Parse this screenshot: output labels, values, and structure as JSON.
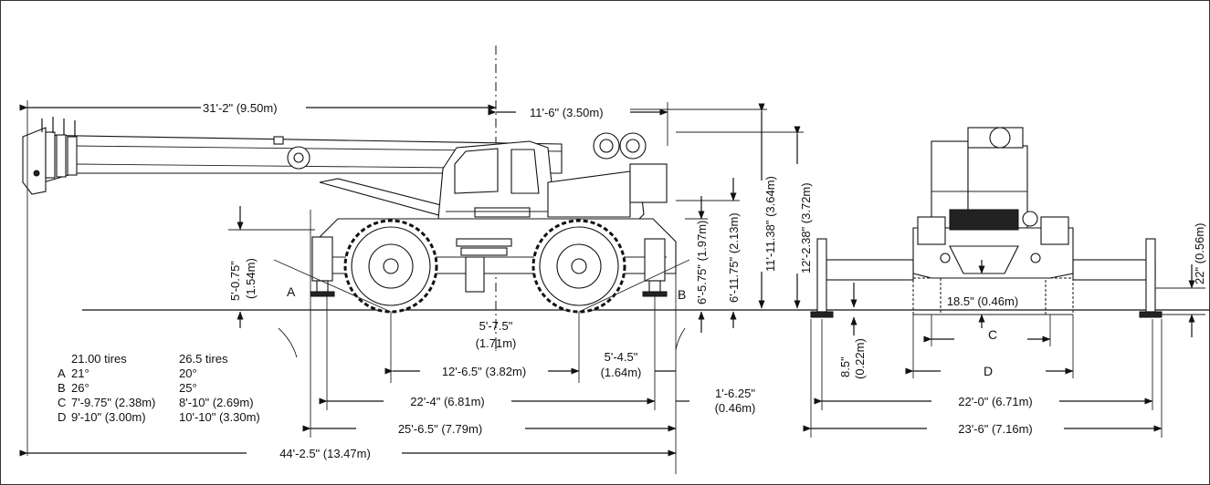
{
  "dimensions": {
    "boom_to_center": "31'-2\" (9.50m)",
    "center_to_rear": "11'-6\" (3.50m)",
    "height_boom_top": "11'-11.38\" (3.64m)",
    "height_overall": "12'-2.38\" (3.72m)",
    "height_cab": "6'-11.75\" (2.13m)",
    "height_cab_low": "6'-5.75\" (1.97m)",
    "front_height": "5'-0.75\"",
    "front_height_m": "(1.54m)",
    "center_offset": "5'-7.5\"",
    "center_offset_m": "(1.71m)",
    "rear_overhang": "5'-4.5\"",
    "rear_overhang_m": "(1.64m)",
    "wheelbase": "12'-6.5\" (3.82m)",
    "outrigger_base": "22'-4\" (6.81m)",
    "rear_outrigger": "1'-6.25\"",
    "rear_outrigger_m": "(0.46m)",
    "outrigger_extended": "25'-6.5\" (7.79m)",
    "overall_length": "44'-2.5\"  (13.47m)",
    "rear_clearance": "22\" (0.56m)",
    "ground_clearance": "18.5\" (0.46m)",
    "outrigger_float": "8.5\"",
    "outrigger_float_m": "(0.22m)",
    "outrigger_spread_width": "22'-0\" (6.71m)",
    "overall_width": "23'-6\" (7.16m)"
  },
  "labels": {
    "angle_a": "A",
    "angle_b": "B",
    "width_c": "C",
    "width_d": "D"
  },
  "tire_table": {
    "headers": [
      "21.00 tires",
      "26.5 tires"
    ],
    "rows": [
      {
        "key": "A",
        "t21": "21°",
        "t26": "20°"
      },
      {
        "key": "B",
        "t21": "26°",
        "t26": "25°"
      },
      {
        "key": "C",
        "t21": "7'-9.75\" (2.38m)",
        "t26": "8'-10\" (2.69m)"
      },
      {
        "key": "D",
        "t21": "9'-10\" (3.00m)",
        "t26": "10'-10\" (3.30m)"
      }
    ]
  }
}
